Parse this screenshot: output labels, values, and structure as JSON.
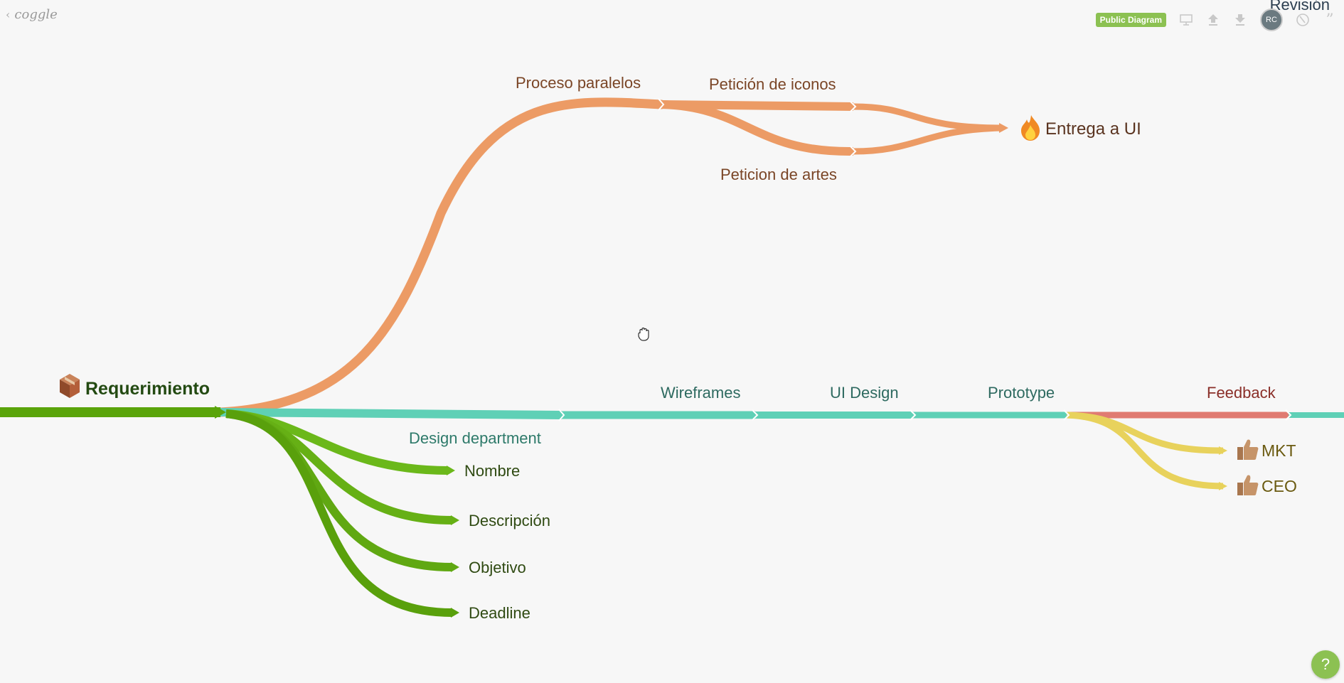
{
  "app": {
    "logo": "coggle",
    "back_icon": "chevron-left-icon",
    "corner_title": "Revisión",
    "public_badge": "Public Diagram",
    "avatar_initials": "RC",
    "help_label": "?"
  },
  "colors": {
    "background": "#f7f7f7",
    "green": "#5aa40a",
    "orange": "#ec9b65",
    "teal": "#5fd0b6",
    "yellow": "#e8d25c",
    "red": "#e07b72",
    "badge": "#8cc152"
  },
  "diagram": {
    "root": {
      "label": "Requerimiento",
      "icon": "package-icon"
    },
    "green_branches": [
      "Nombre",
      "Descripción",
      "Objetivo",
      "Deadline"
    ],
    "orange_branch": {
      "label": "Proceso paralelos",
      "children": [
        "Petición de iconos",
        "Peticion de artes"
      ],
      "merge": {
        "label": "Entrega a UI",
        "icon": "fire-icon"
      }
    },
    "teal_branch": {
      "label": "Design department",
      "steps": [
        "Wireframes",
        "UI Design",
        "Prototype"
      ]
    },
    "red_branch": {
      "label": "Feedback"
    },
    "yellow_branches": [
      {
        "label": "MKT",
        "icon": "thumbs-up-icon"
      },
      {
        "label": "CEO",
        "icon": "thumbs-up-icon"
      }
    ]
  }
}
